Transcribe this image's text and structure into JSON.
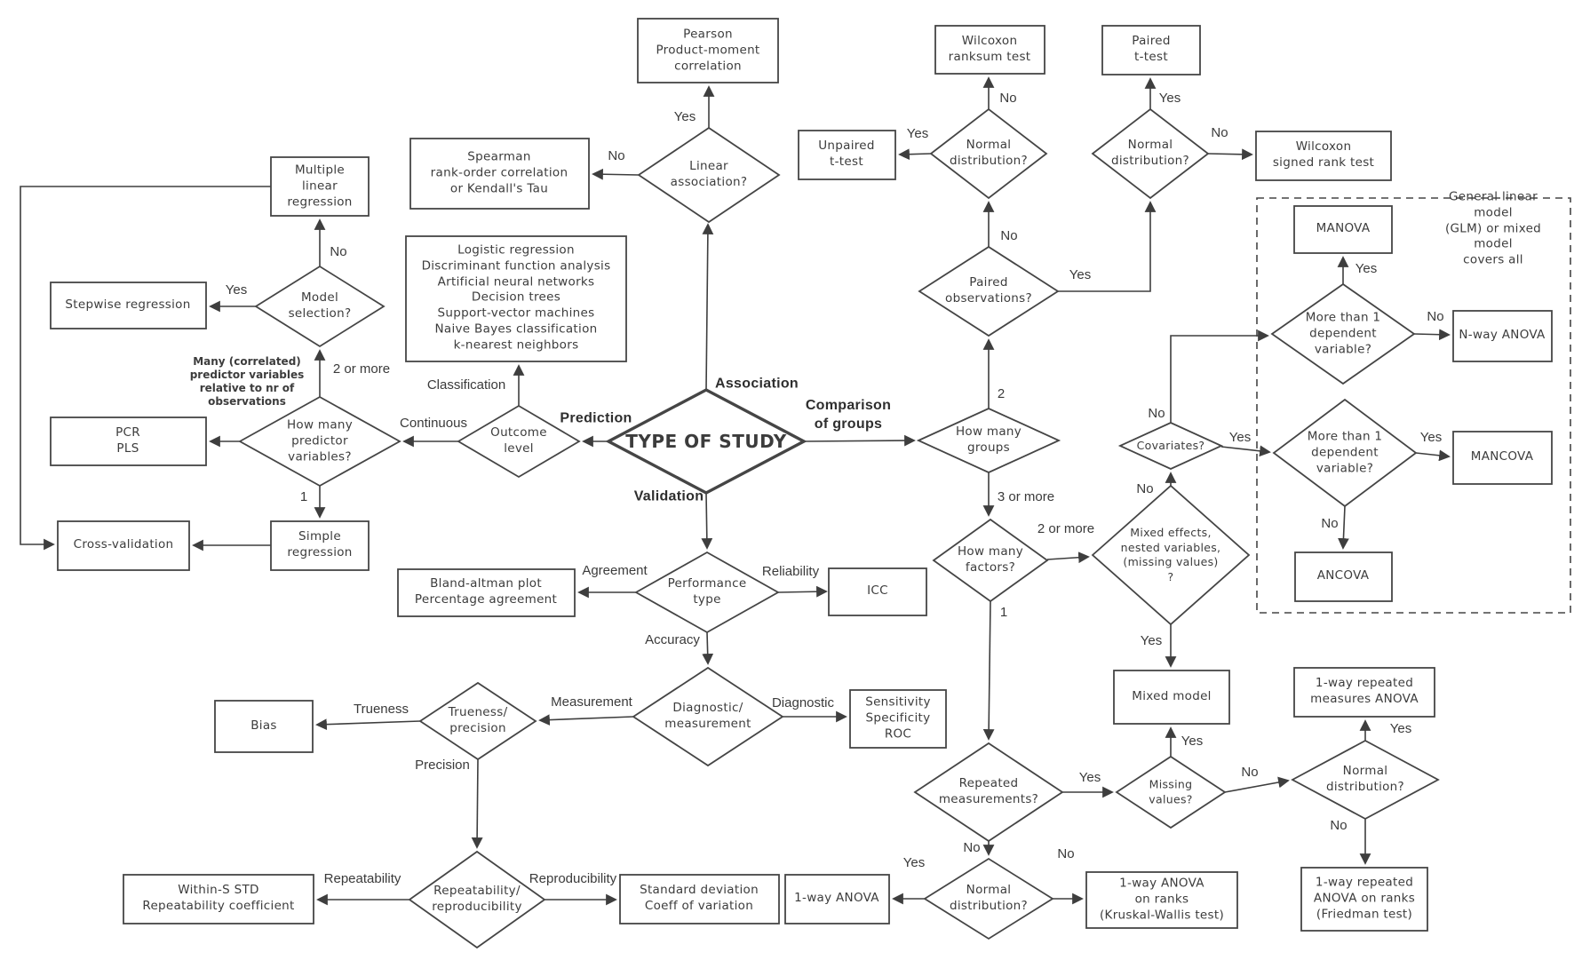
{
  "nodes": {
    "pearson": "Pearson\nProduct-moment\ncorrelation",
    "spearman": "Spearman\nrank-order correlation\nor Kendall's Tau",
    "unpaired_t": "Unpaired\nt-test",
    "wilcoxon_ranksum": "Wilcoxon\nranksum test",
    "paired_t": "Paired\nt-test",
    "wilcoxon_signed": "Wilcoxon\nsigned rank test",
    "manova": "MANOVA",
    "nway_anova": "N-way ANOVA",
    "mancova": "MANCOVA",
    "ancova": "ANCOVA",
    "multiple_linear": "Multiple\nlinear\nregression",
    "stepwise": "Stepwise regression",
    "pcr_pls": "PCR\nPLS",
    "cross_validation": "Cross-validation",
    "simple_regression": "Simple\nregression",
    "classification_methods": "Logistic regression\nDiscriminant function analysis\nArtificial neural networks\nDecision trees\nSupport-vector machines\nNaive Bayes classification\nk-nearest neighbors",
    "bland_altman": "Bland-altman plot\nPercentage agreement",
    "icc": "ICC",
    "sensitivity_roc": "Sensitivity\nSpecificity\nROC",
    "bias": "Bias",
    "within_s": "Within-S STD\nRepeatability coefficient",
    "std_dev": "Standard deviation\nCoeff of variation",
    "oneway_anova": "1-way ANOVA",
    "kruskal": "1-way ANOVA\non ranks\n(Kruskal-Wallis test)",
    "friedman": "1-way repeated\nANOVA on ranks\n(Friedman test)",
    "mixed_model": "Mixed model",
    "rm_anova": "1-way repeated\nmeasures ANOVA"
  },
  "decisions": {
    "type_of_study": "TYPE OF STUDY",
    "linear_association": "Linear\nassociation?",
    "normal_distribution": "Normal\ndistribution?",
    "model_selection": "Model\nselection?",
    "how_many_predictors": "How many\npredictor\nvariables?",
    "outcome_level": "Outcome\nlevel",
    "how_many_groups": "How many\ngroups",
    "paired_observations": "Paired\nobservations?",
    "covariates": "Covariates?",
    "more_than_1_dependent": "More than 1\ndependent\nvariable?",
    "mixed_effects": "Mixed effects,\nnested variables,\n(missing values)\n?",
    "how_many_factors": "How many\nfactors?",
    "performance_type": "Performance\ntype",
    "diagnostic_measurement": "Diagnostic/\nmeasurement",
    "trueness_precision": "Trueness/\nprecision",
    "repeatability_reproducibility": "Repeatability/\nreproducibility",
    "repeated_measurements": "Repeated\nmeasurements?",
    "missing_values": "Missing\nvalues?"
  },
  "labels": {
    "yes": "Yes",
    "no": "No",
    "one": "1",
    "two": "2",
    "two_or_more": "2 or more",
    "three_or_more": "3 or more",
    "association": "Association",
    "prediction": "Prediction",
    "validation": "Validation",
    "comparison_of_groups": "Comparison\nof groups",
    "classification": "Classification",
    "continuous": "Continuous",
    "many_correlated": "Many (correlated)\npredictor variables\nrelative to nr of\nobservations",
    "agreement": "Agreement",
    "reliability": "Reliability",
    "accuracy": "Accuracy",
    "measurement": "Measurement",
    "diagnostic": "Diagnostic",
    "trueness": "Trueness",
    "precision": "Precision",
    "repeatability": "Repeatability",
    "reproducibility": "Reproducibility"
  },
  "note": {
    "glm": "General linear model\n(GLM) or mixed model\ncovers all"
  },
  "colors": {
    "line": "#3e3e3e",
    "text": "#3c3c3c",
    "background": "#ffffff"
  }
}
